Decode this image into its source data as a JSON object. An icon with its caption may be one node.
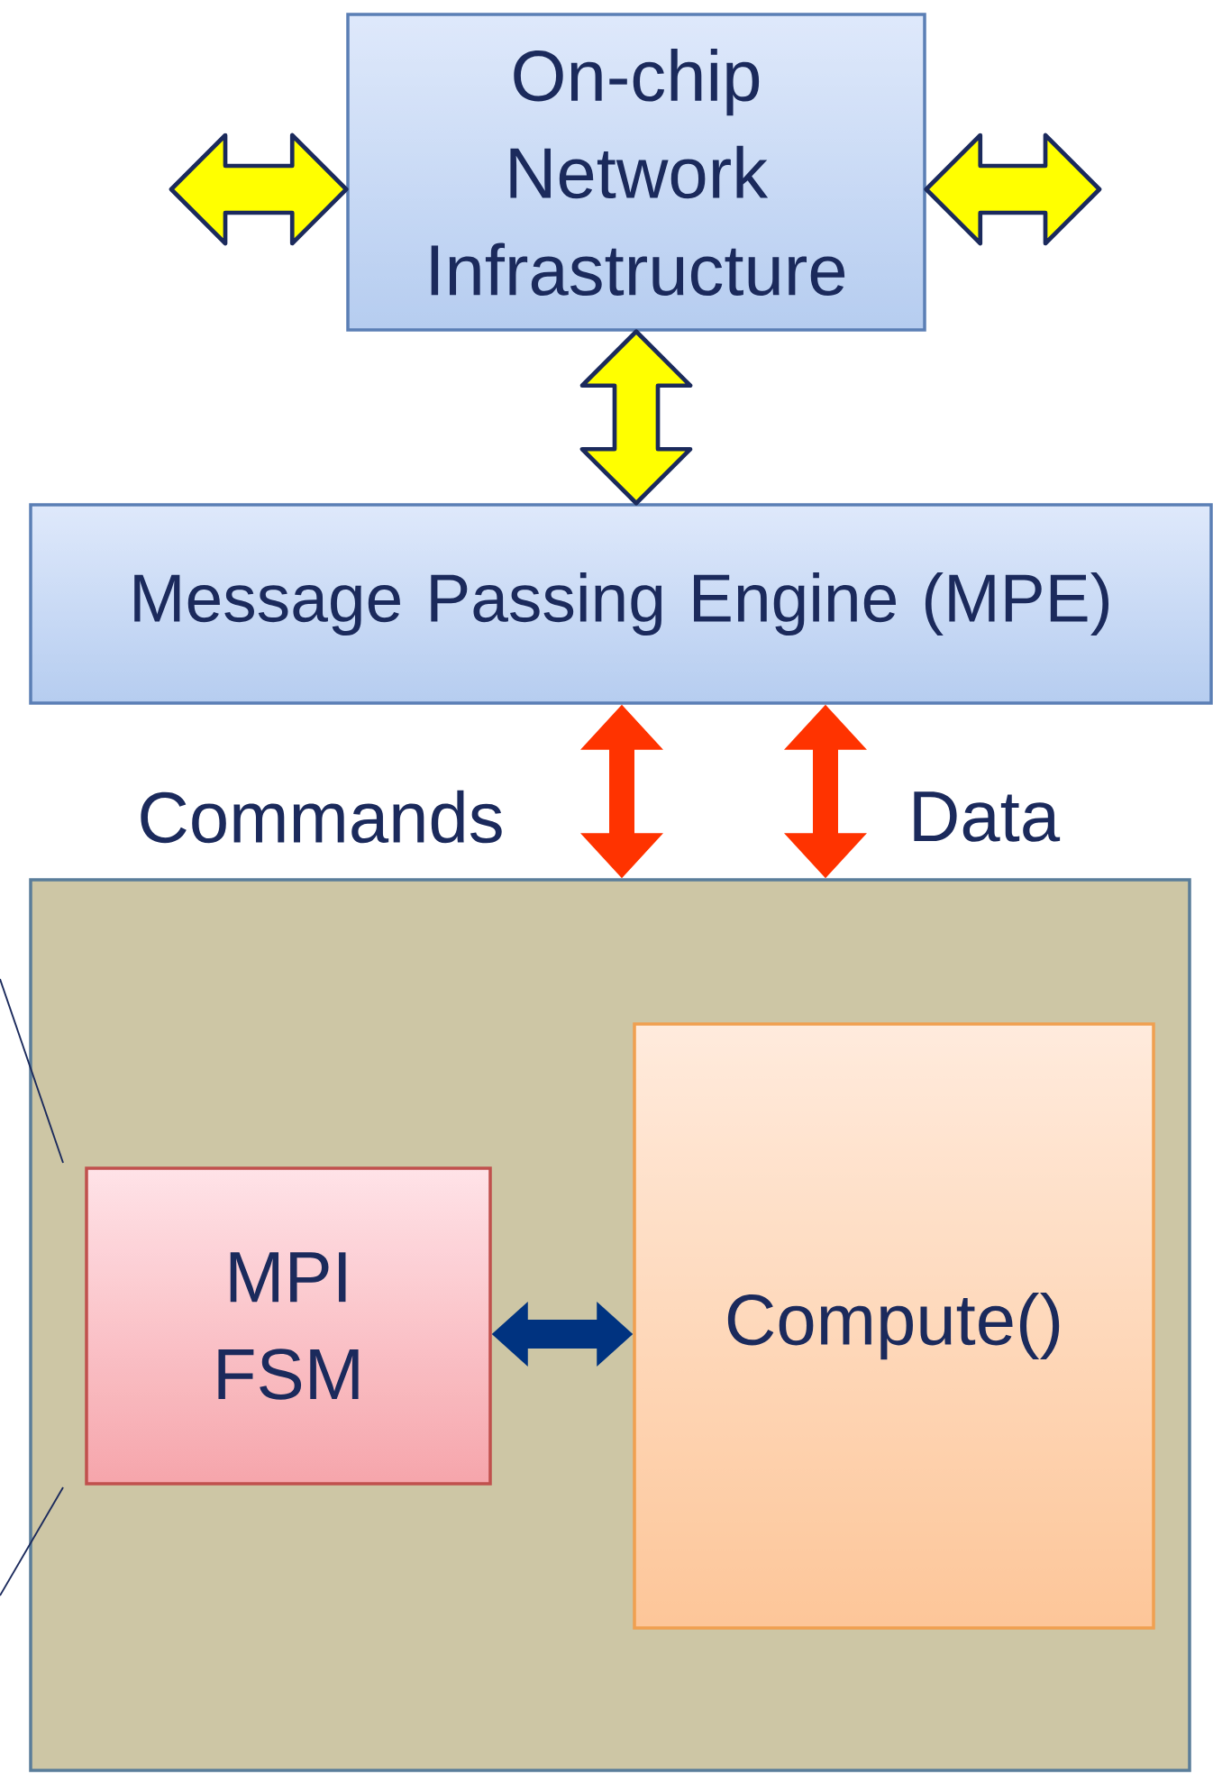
{
  "diagram": {
    "nodes": [
      {
        "text": [
          "On-chip Network Infrastructure"
        ]
      },
      {
        "text": [
          "Message Passing Engine (MPE)"
        ]
      },
      {
        "text": [],
        "shape": "box"
      },
      {
        "text": [
          "MPI FSM"
        ],
        "in": 2
      },
      {
        "text": [
          "Compute()"
        ],
        "in": 2
      }
    ],
    "edges": [
      {
        "from": null,
        "to": 0,
        "arrow": "both",
        "color": "#ffff00"
      },
      {
        "from": 0,
        "to": null,
        "arrow": "both",
        "color": "#ffff00"
      },
      {
        "from": 0,
        "to": 1,
        "arrow": "both",
        "color": "#ffff00"
      },
      {
        "from": 1,
        "to": 2,
        "arrow": "both",
        "label": "Commands",
        "color": "#ff3300"
      },
      {
        "from": 1,
        "to": 2,
        "arrow": "both",
        "label": "Data",
        "color": "#ff3300"
      },
      {
        "from": 3,
        "to": 4,
        "arrow": "both",
        "color": "#003380"
      }
    ]
  }
}
